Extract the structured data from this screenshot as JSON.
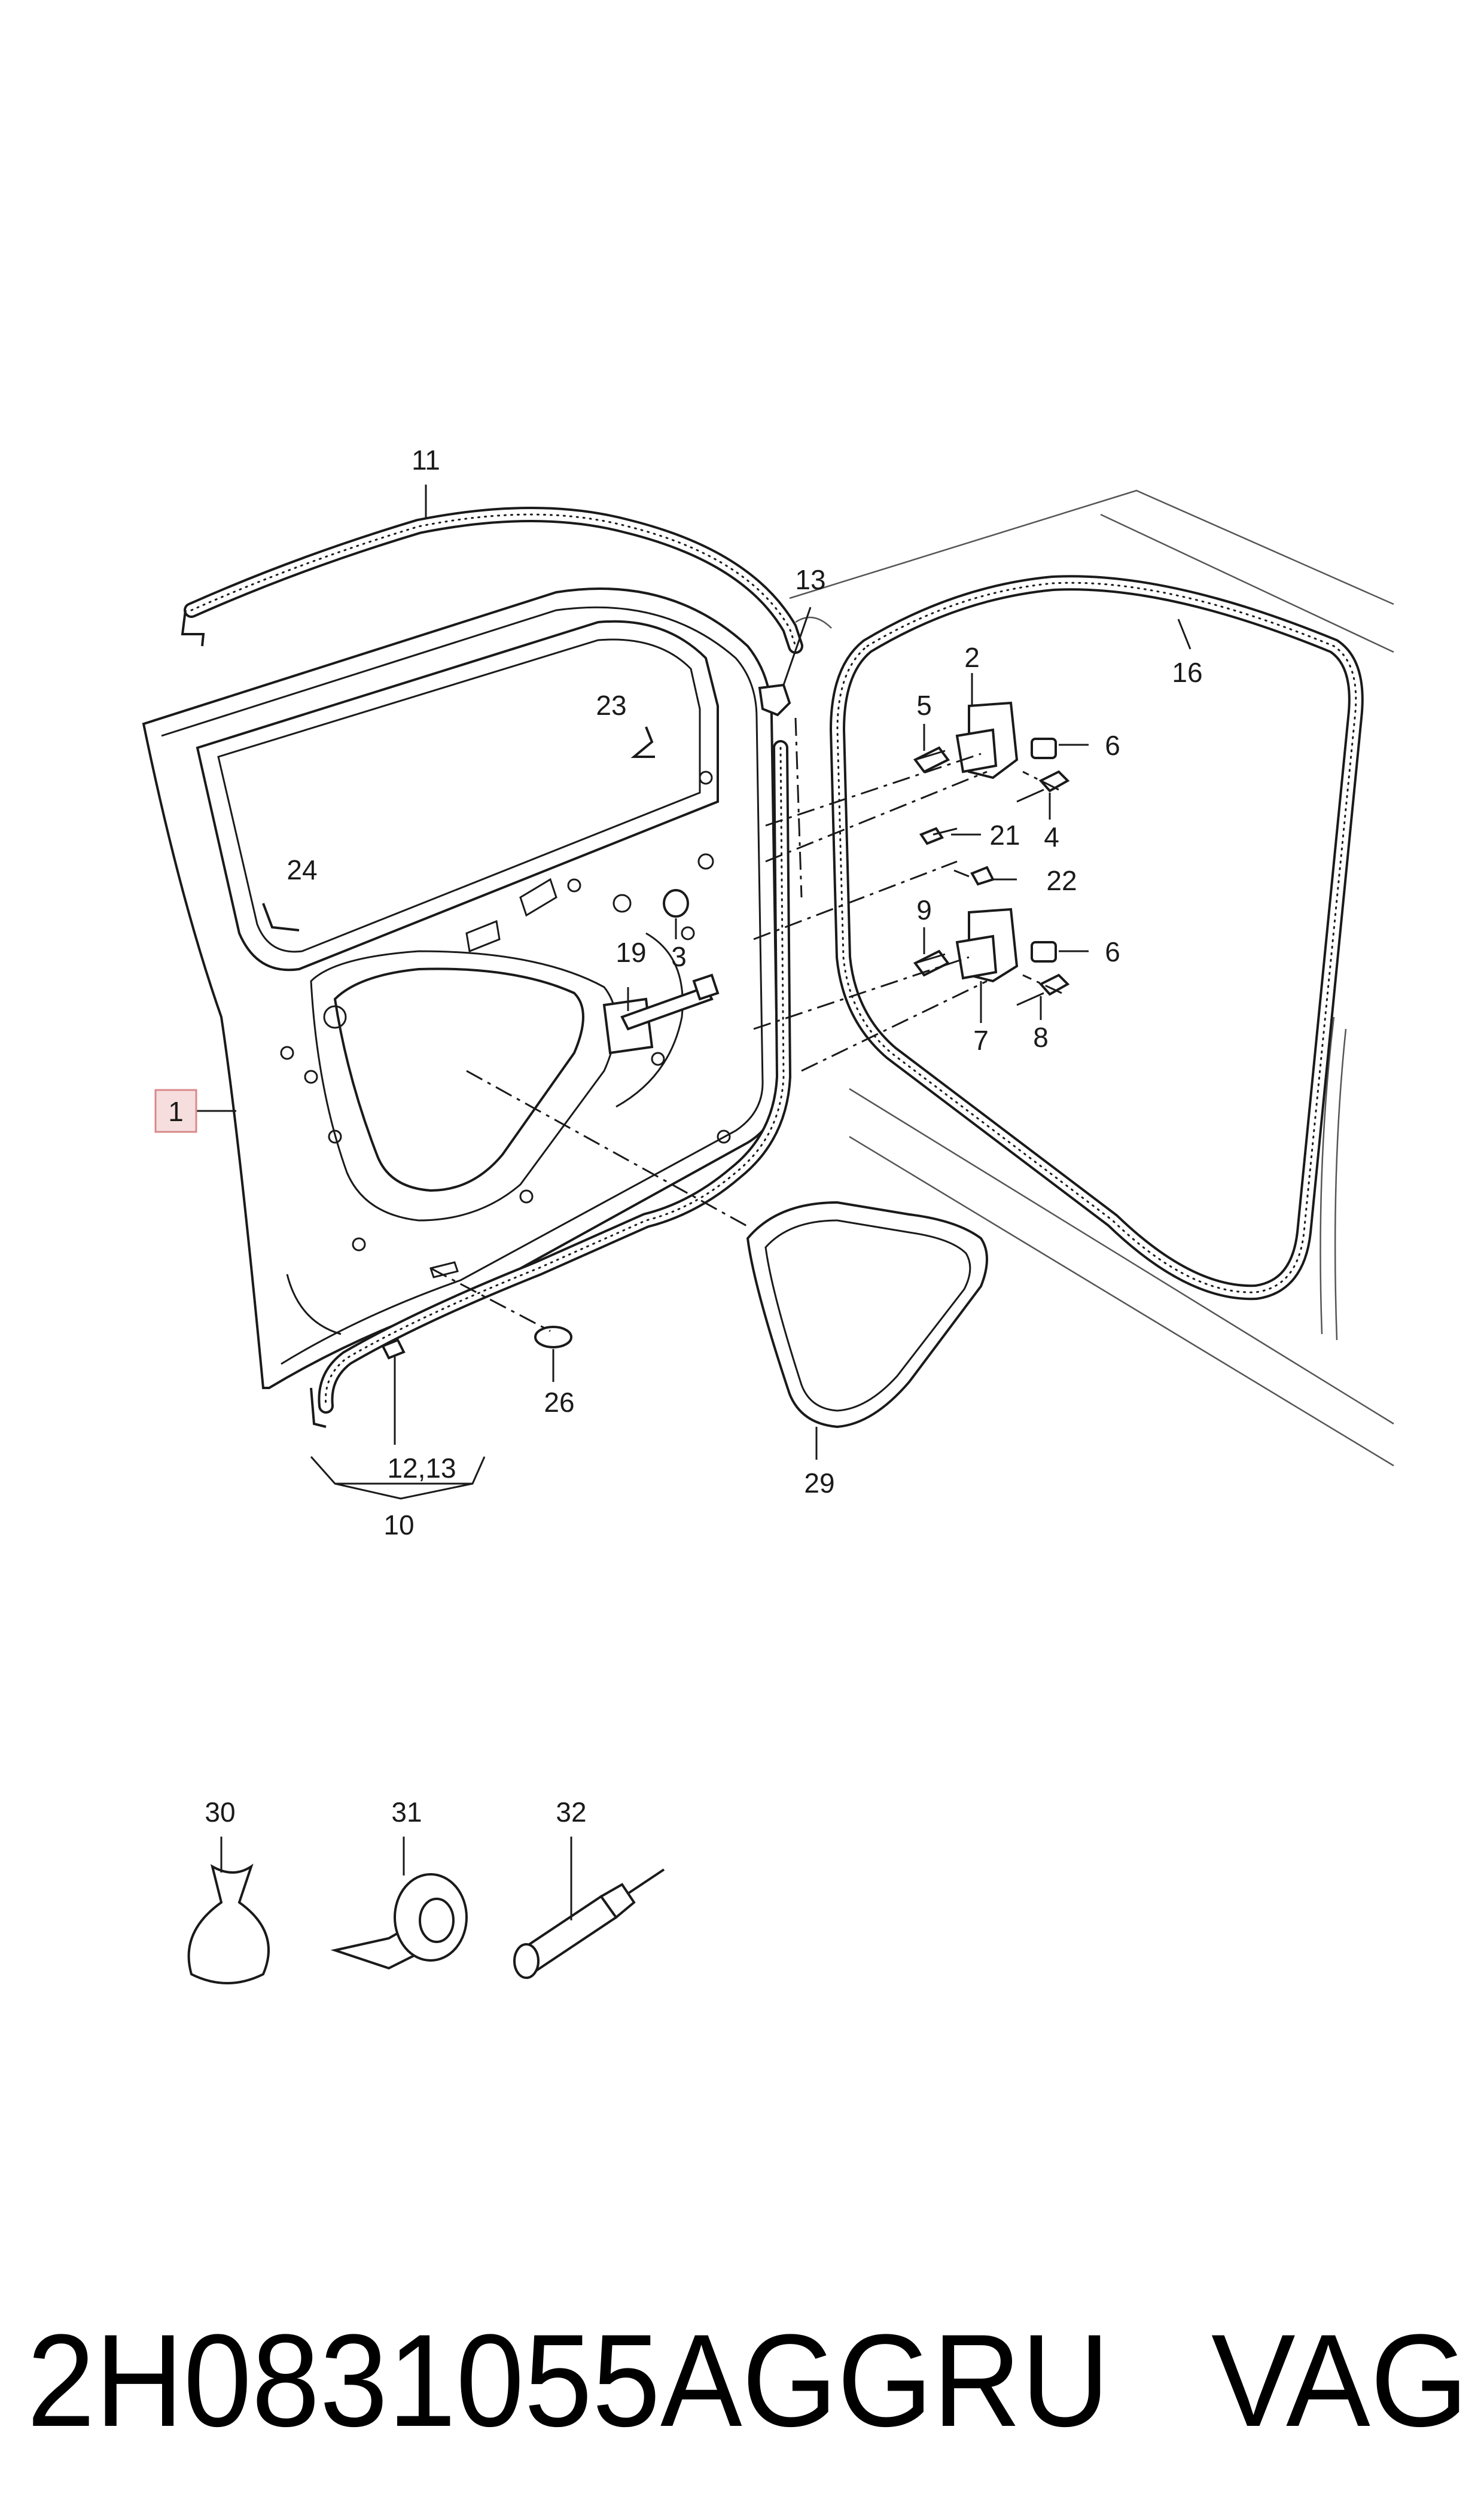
{
  "callouts": {
    "c1": "1",
    "c2": "2",
    "c3": "3",
    "c4": "4",
    "c5": "5",
    "c6a": "6",
    "c6b": "6",
    "c7": "7",
    "c8": "8",
    "c9": "9",
    "c10": "10",
    "c11": "11",
    "c12_13": "12,13",
    "c13": "13",
    "c16": "16",
    "c19": "19",
    "c21": "21",
    "c22": "22",
    "c23": "23",
    "c24": "24",
    "c26": "26",
    "c29": "29",
    "c30": "30",
    "c31": "31",
    "c32": "32"
  },
  "footer": {
    "part_number": "2H0831055AGGRU",
    "brand": "VAG"
  },
  "colors": {
    "line": "#1a1a1a",
    "highlight_fill": "#f7dede",
    "highlight_stroke": "#d98a8a"
  }
}
